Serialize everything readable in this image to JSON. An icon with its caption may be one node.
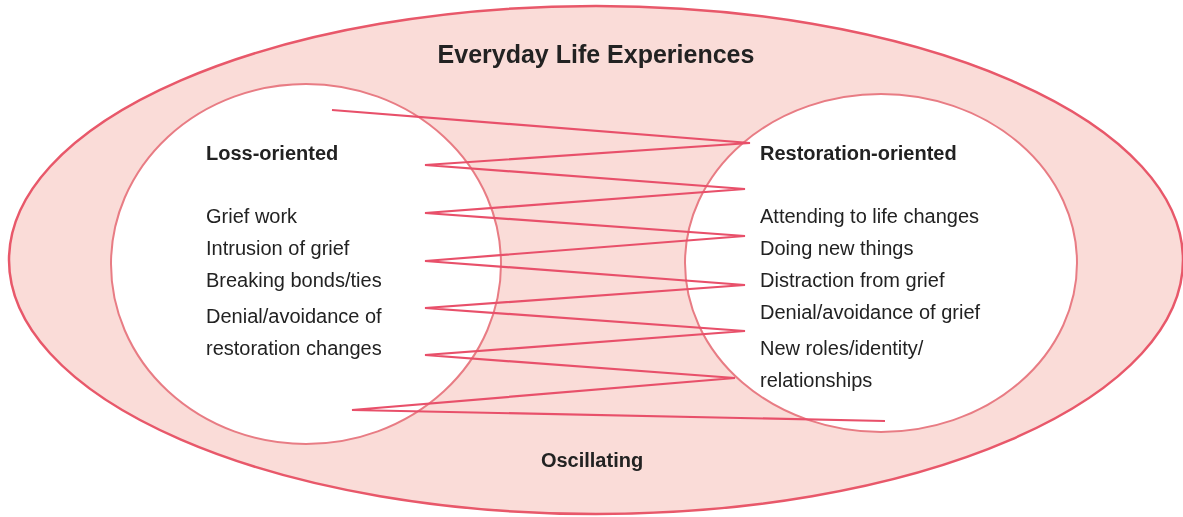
{
  "diagram": {
    "nodes": [
      {
        "text": [
          "Everyday Life Experiences"
        ]
      },
      {
        "text": [
          "Loss-oriented",
          "Grief work",
          "Intrusion of grief",
          "Breaking bonds/ties",
          "Denial/avoidance of restoration changes"
        ],
        "in": 0
      },
      {
        "text": [
          "Restoration-oriented",
          "Attending to life changes",
          "Doing new things",
          "Distraction from grief",
          "Denial/avoidance of grief",
          "New roles/identity/ relationships"
        ],
        "in": 0
      }
    ],
    "edges": [
      {
        "from": 1,
        "to": 2,
        "arrow": "none"
      }
    ],
    "labels": [
      "Oscillating"
    ]
  }
}
